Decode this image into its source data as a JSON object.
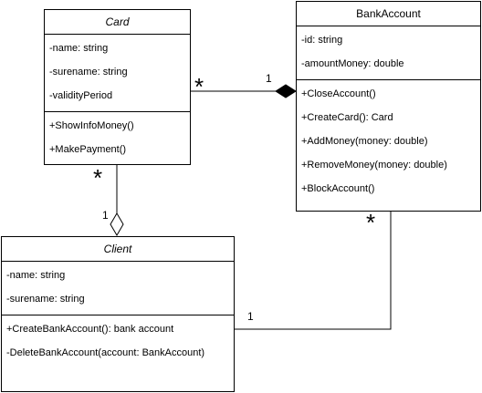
{
  "classes": {
    "card": {
      "name": "Card",
      "attributes": [
        "-name: string",
        "-surename: string",
        "-validityPeriod"
      ],
      "operations": [
        "+ShowInfoMoney()",
        "+MakePayment()"
      ]
    },
    "bank_account": {
      "name": "BankAccount",
      "attributes": [
        "-id: string",
        "-amountMoney: double"
      ],
      "operations": [
        "+CloseAccount()",
        "+CreateCard(): Card",
        "+AddMoney(money: double)",
        "+RemoveMoney(money: double)",
        "+BlockAccount()"
      ]
    },
    "client": {
      "name": "Client",
      "attributes": [
        "-name: string",
        "-surename: string"
      ],
      "operations": [
        "+CreateBankAccount(): bank account",
        "-DeleteBankAccount(account: BankAccount)"
      ]
    }
  },
  "associations": {
    "card_bank": {
      "card_end": "*",
      "bank_end": "1"
    },
    "card_client": {
      "card_end": "*",
      "client_end": "1"
    },
    "bank_client": {
      "bank_end": "*",
      "client_end": "1"
    }
  }
}
